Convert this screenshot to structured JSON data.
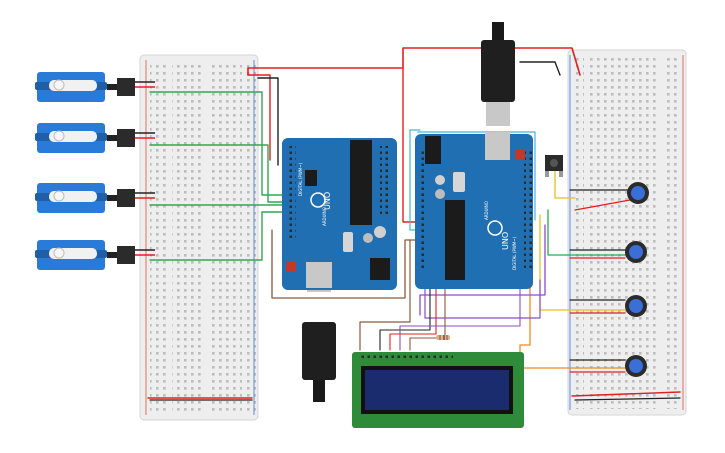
{
  "arduino_left": {
    "board_label": "UNO",
    "header_label": "DIGITAL (PWM~)",
    "logo_text": "ARDUINO"
  },
  "arduino_right": {
    "board_label": "UNO",
    "header_label": "DIGITAL (PWM~)",
    "logo_text": "ARDUINO"
  },
  "lcd": {
    "text": ""
  },
  "components": [
    "servo",
    "servo",
    "servo",
    "servo",
    "potentiometer",
    "potentiometer",
    "potentiometer",
    "potentiometer",
    "pushbutton",
    "resistor",
    "lcd-16x2",
    "breadboard",
    "breadboard",
    "usb-cable",
    "usb-cable"
  ],
  "colors": {
    "wire_red": "#e02020",
    "wire_black": "#222222",
    "wire_green": "#2fa84f",
    "wire_yellow": "#e8c020",
    "wire_orange": "#f08a1c",
    "wire_purple": "#8a4fbf",
    "wire_brown": "#8b5a3c",
    "wire_cyan": "#40b8d8",
    "board_blue": "#1f6fb2",
    "servo_blue": "#2a7bd8",
    "lcd_green": "#2e8b3a",
    "lcd_screen": "#1a2c6e"
  }
}
